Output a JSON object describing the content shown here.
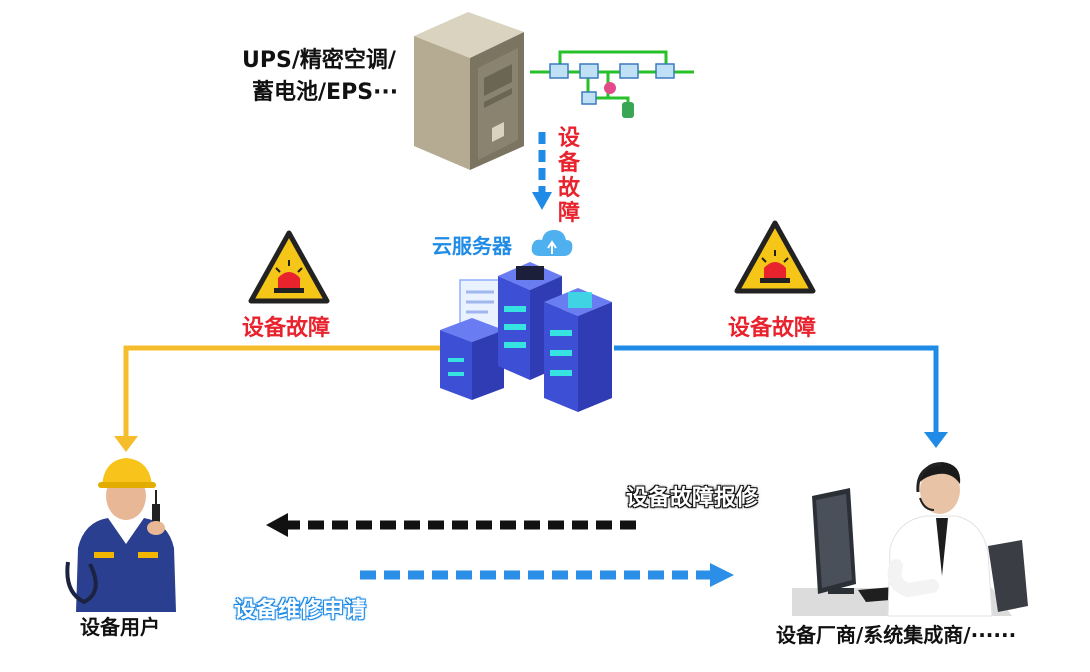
{
  "source": {
    "label_line1": "UPS/精密空调/",
    "label_line2": "蓄电池/EPS···"
  },
  "flow": {
    "top_fault_chars": [
      "设",
      "备",
      "故",
      "障"
    ],
    "left_fault": "设备故障",
    "right_fault": "设备故障",
    "report_label": "设备故障报修",
    "repair_request_label": "设备维修申请"
  },
  "cloud": {
    "label": "云服务器"
  },
  "left_user": {
    "label": "设备用户"
  },
  "right_vendor": {
    "label": "设备厂商/系统集成商/······"
  },
  "colors": {
    "alarm_red": "#e8232e",
    "line_yellow": "#f5bd2b",
    "line_blue": "#1f8be6",
    "dash_black": "#111111",
    "dash_blue": "#2b8fe8"
  }
}
